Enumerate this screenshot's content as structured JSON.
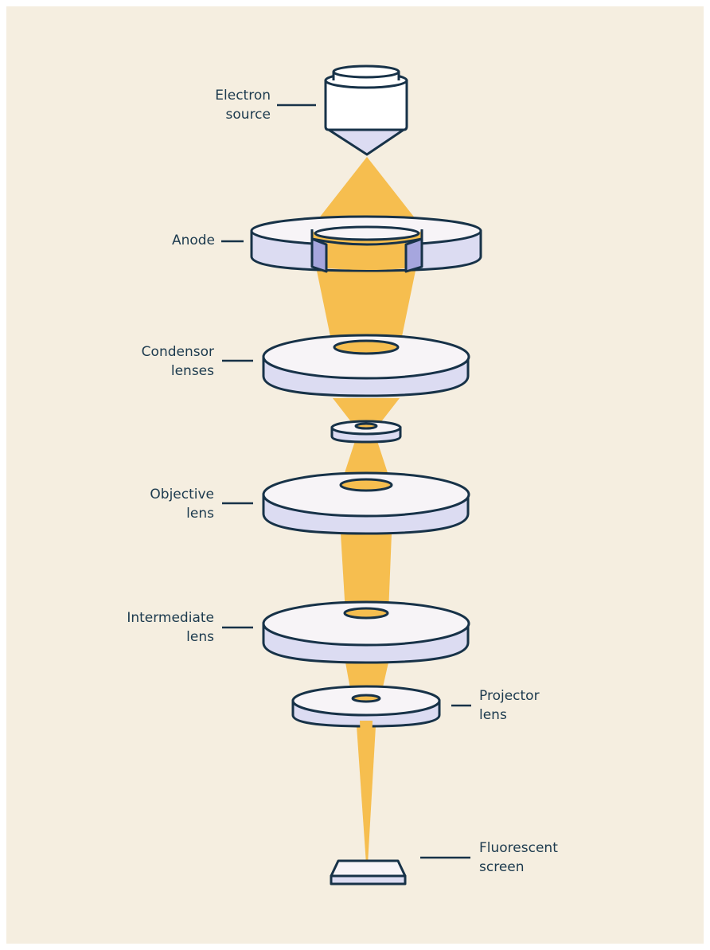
{
  "diagram": {
    "colors": {
      "background": "#f5eee0",
      "beam": "#f6be4f",
      "lens_fill": "#dcdcf2",
      "lens_top": "#f7f4f7",
      "anode_cut": "#a6a6de",
      "outline": "#173248"
    },
    "labels": {
      "electron_source": [
        "Electron",
        "source"
      ],
      "anode": [
        "Anode"
      ],
      "condensor": [
        "Condensor",
        "lenses"
      ],
      "objective": [
        "Objective",
        "lens"
      ],
      "intermediate": [
        "Intermediate",
        "lens"
      ],
      "projector": [
        "Projector",
        "lens"
      ],
      "screen": [
        "Fluorescent",
        "screen"
      ]
    }
  }
}
